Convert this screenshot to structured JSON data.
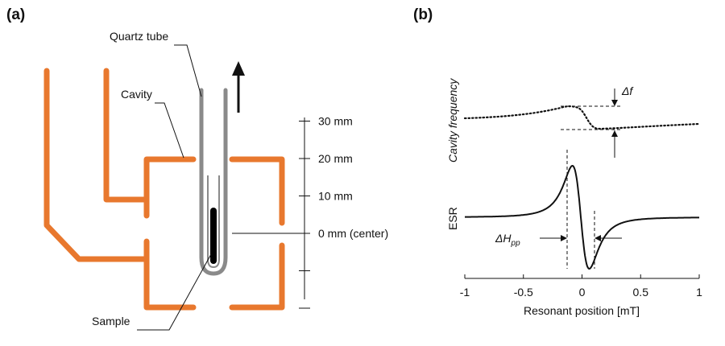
{
  "panel_a": {
    "label": "(a)",
    "quartz_tube_label": "Quartz tube",
    "cavity_label": "Cavity",
    "sample_label": "Sample",
    "scale": [
      {
        "text": "30 mm",
        "mm": 30
      },
      {
        "text": "20 mm",
        "mm": 20
      },
      {
        "text": "10 mm",
        "mm": 10
      },
      {
        "text": "0 mm (center)",
        "mm": 0
      }
    ],
    "colors": {
      "cavity": "#E8782E",
      "tube": "#8a8a8a",
      "sample": "#000000"
    }
  },
  "panel_b": {
    "label": "(b)",
    "cavity_frequency_label": "Cavity frequency",
    "delta_f_label": "Δf",
    "esr_label": "ESR",
    "delta_h_label": "ΔH",
    "delta_h_sub": "pp",
    "xlabel": "Resonant position [mT]",
    "ticks": [
      {
        "value": -1,
        "text": "-1"
      },
      {
        "value": -0.5,
        "text": "-0.5"
      },
      {
        "value": 0,
        "text": "0"
      },
      {
        "value": 0.5,
        "text": "0.5"
      },
      {
        "value": 1,
        "text": "1"
      }
    ]
  }
}
